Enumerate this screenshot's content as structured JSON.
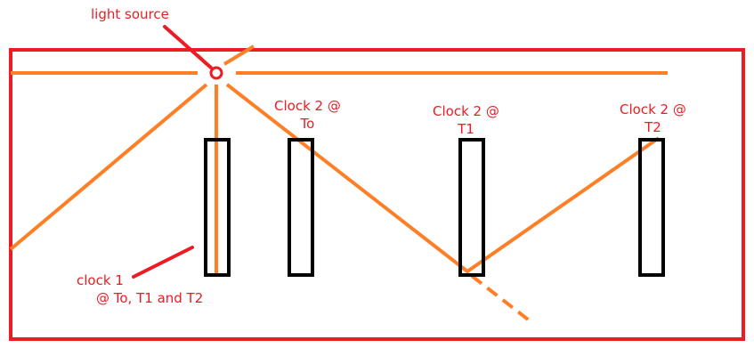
{
  "labels": {
    "light_source": "light source",
    "clock2_t0": [
      "Clock 2 @",
      "To"
    ],
    "clock2_t1": [
      "Clock 2 @",
      "T1"
    ],
    "clock2_t2": [
      "Clock 2 @",
      "T2"
    ],
    "clock1": [
      "clock 1",
      "@ To, T1 and T2"
    ]
  },
  "colors": {
    "frame": "#ed1c24",
    "light": "#ff7f27",
    "clock": "#000000",
    "text": "#ed1c24"
  }
}
